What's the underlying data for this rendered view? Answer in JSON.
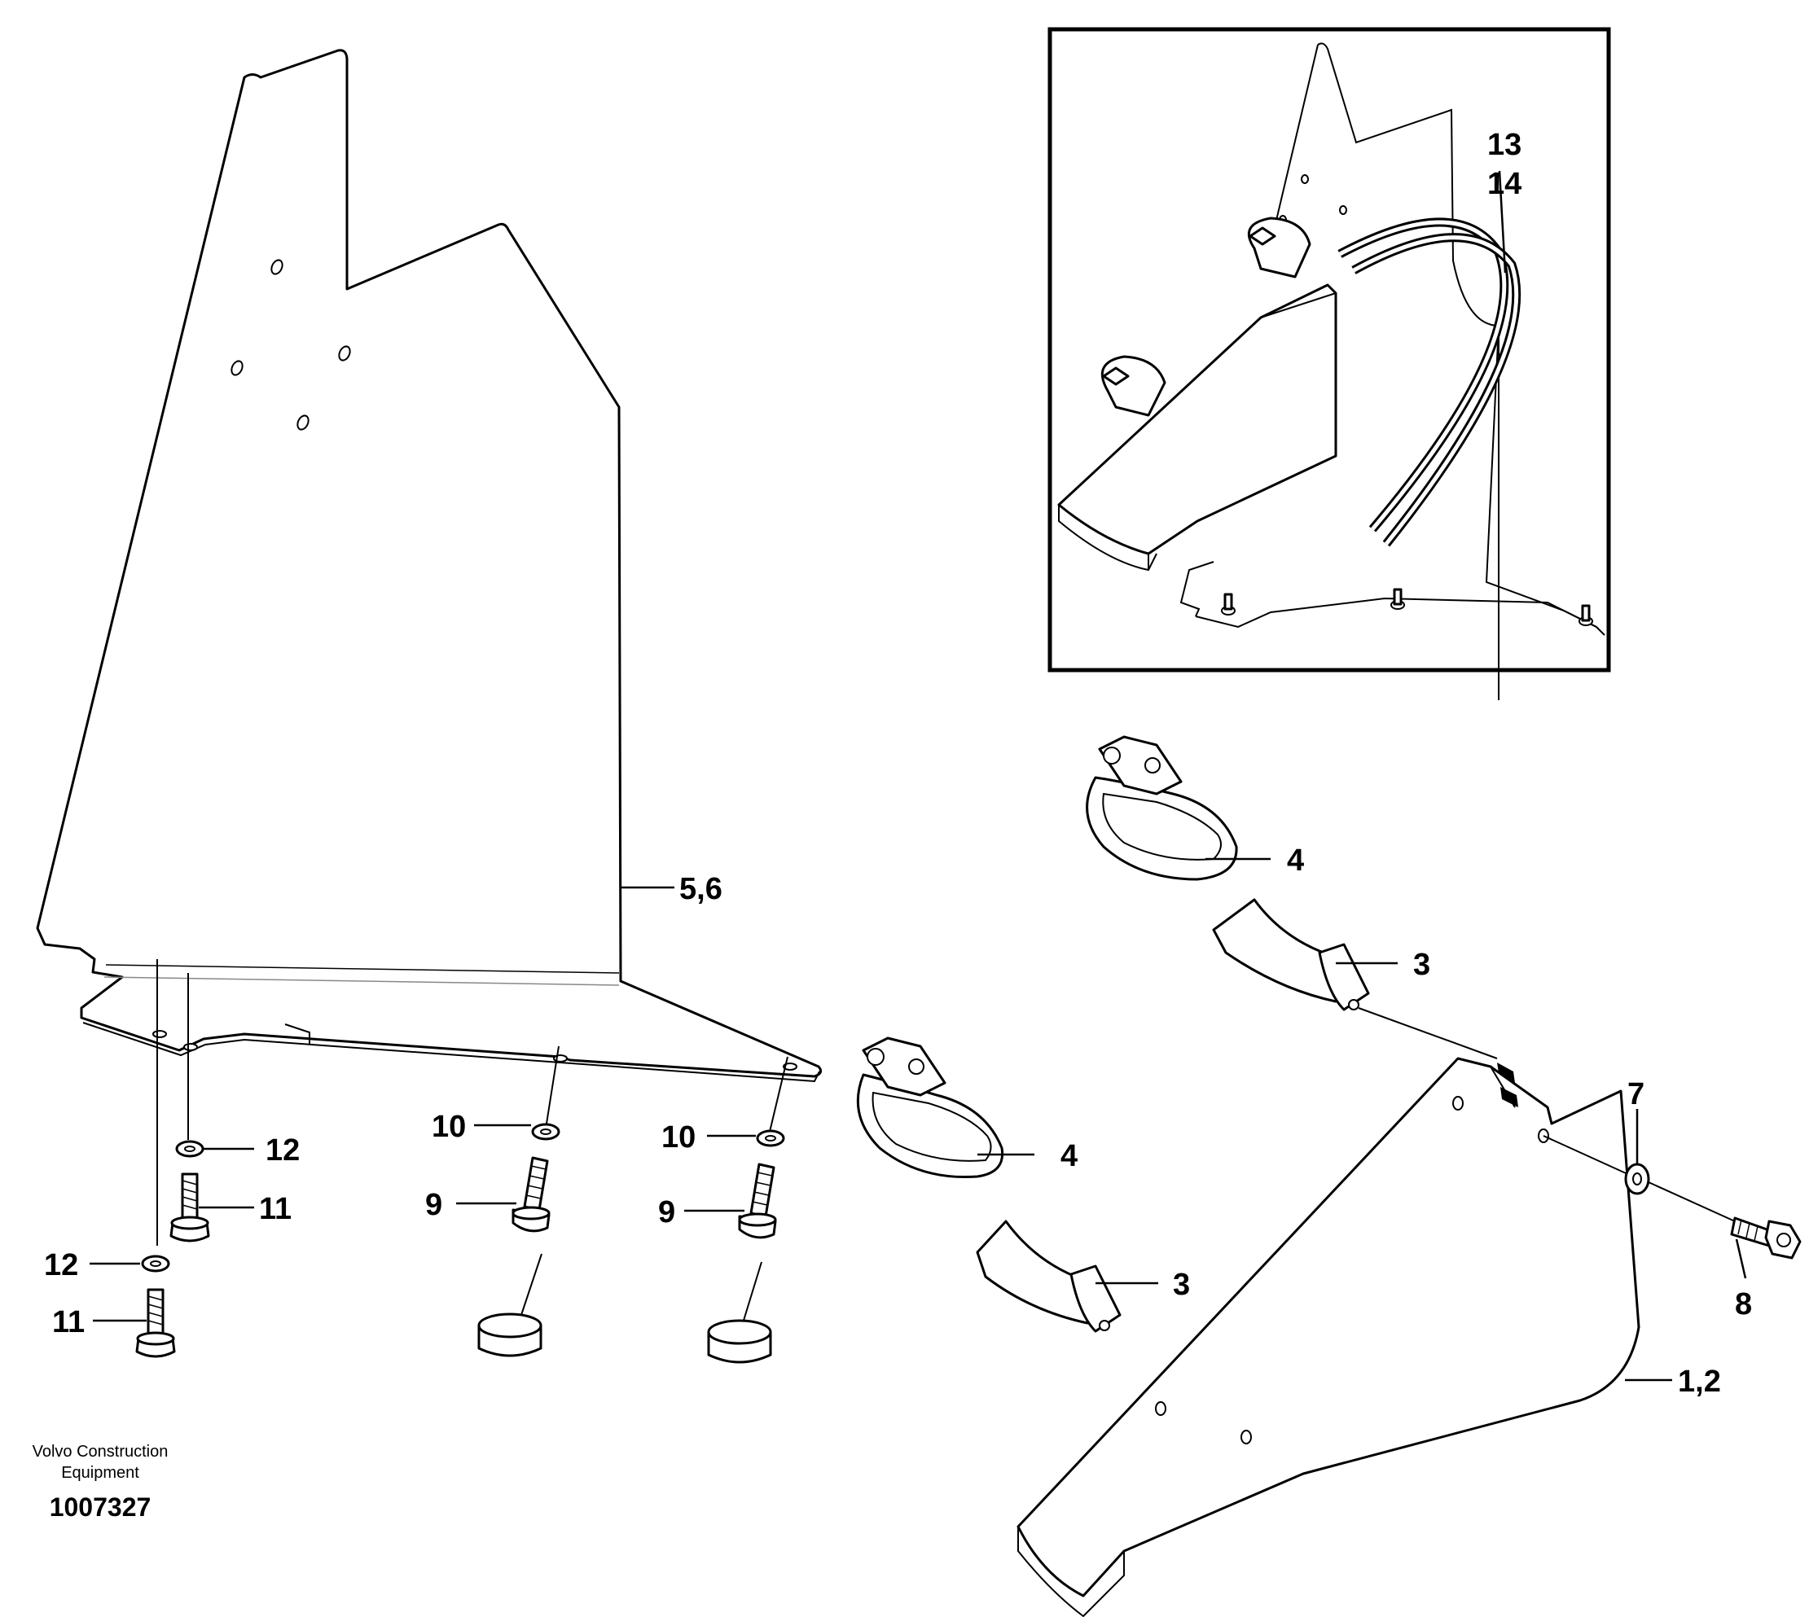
{
  "callouts": {
    "c13": "13",
    "c14": "14",
    "c56": "5,6",
    "c4a": "4",
    "c3a": "3",
    "c4b": "4",
    "c3b": "3",
    "c7": "7",
    "c8": "8",
    "c12a": "12",
    "c11a": "11",
    "c12b": "12",
    "c11b": "11",
    "c10a": "10",
    "c9a": "9",
    "c10b": "10",
    "c9b": "9",
    "c12": "1,2"
  },
  "footer": {
    "maker_line1": "Volvo Construction",
    "maker_line2": "Equipment",
    "doc_number": "1007327"
  }
}
